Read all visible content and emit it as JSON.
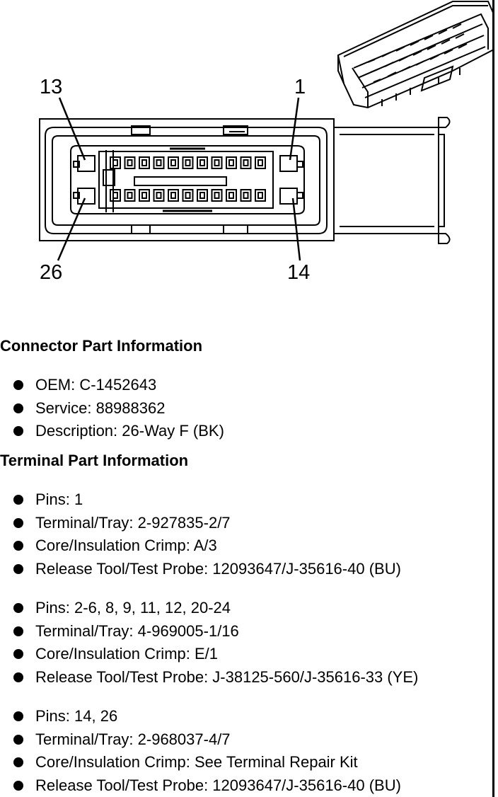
{
  "diagram": {
    "pin_labels": {
      "top_left": "13",
      "top_right": "1",
      "bottom_left": "26",
      "bottom_right": "14"
    }
  },
  "connector_section": {
    "heading": "Connector Part Information",
    "items": [
      "OEM: C-1452643",
      "Service: 88988362",
      "Description: 26-Way F (BK)"
    ]
  },
  "terminal_section": {
    "heading": "Terminal Part Information",
    "groups": [
      {
        "items": [
          "Pins: 1",
          "Terminal/Tray: 2-927835-2/7",
          "Core/Insulation Crimp: A/3",
          "Release Tool/Test Probe: 12093647/J-35616-40 (BU)"
        ]
      },
      {
        "items": [
          "Pins: 2-6, 8, 9, 11, 12, 20-24",
          "Terminal/Tray: 4-969005-1/16",
          "Core/Insulation Crimp: E/1",
          "Release Tool/Test Probe: J-38125-560/J-35616-33 (YE)"
        ]
      },
      {
        "items": [
          "Pins: 14, 26",
          "Terminal/Tray: 2-968037-4/7",
          "Core/Insulation Crimp: See Terminal Repair Kit",
          "Release Tool/Test Probe: 12093647/J-35616-40 (BU)"
        ]
      }
    ]
  },
  "colors": {
    "ink": "#000000",
    "paper": "#ffffff"
  }
}
